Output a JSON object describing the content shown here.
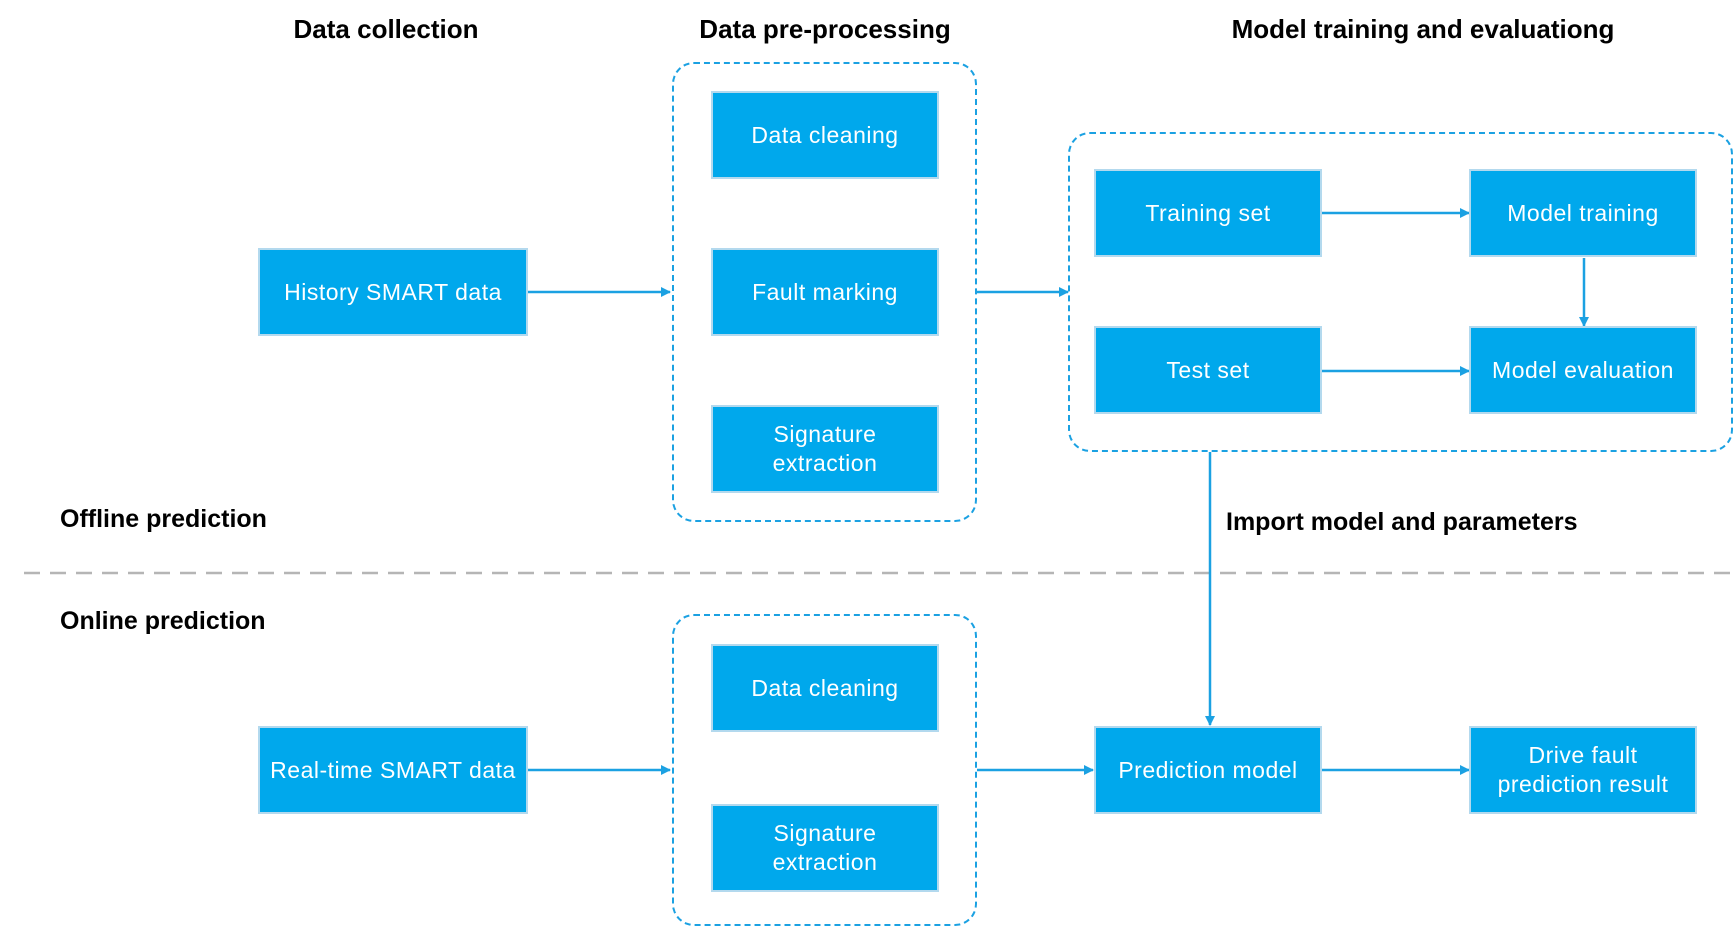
{
  "colors": {
    "node_fill": "#00a8ec",
    "node_border": "#b3d9ee",
    "group_border": "#1ba1e2",
    "arrow": "#1ba1e2",
    "divider": "#b5b5b5"
  },
  "headings": {
    "data_collection": "Data collection",
    "data_preprocessing": "Data pre-processing",
    "model_training": "Model training and evaluationg"
  },
  "sections": {
    "offline": "Offline prediction",
    "online": "Online prediction"
  },
  "edge_labels": {
    "import": "Import model and parameters"
  },
  "nodes": {
    "history_smart": "History SMART data",
    "data_cleaning_offline": "Data cleaning",
    "fault_marking": "Fault marking",
    "signature_offline": "Signature\nextraction",
    "training_set": "Training set",
    "model_training": "Model training",
    "test_set": "Test set",
    "model_evaluation": "Model evaluation",
    "realtime_smart": "Real-time SMART data",
    "data_cleaning_online": "Data cleaning",
    "signature_online": "Signature\nextraction",
    "prediction_model": "Prediction model",
    "drive_fault_result": "Drive fault\nprediction result"
  }
}
